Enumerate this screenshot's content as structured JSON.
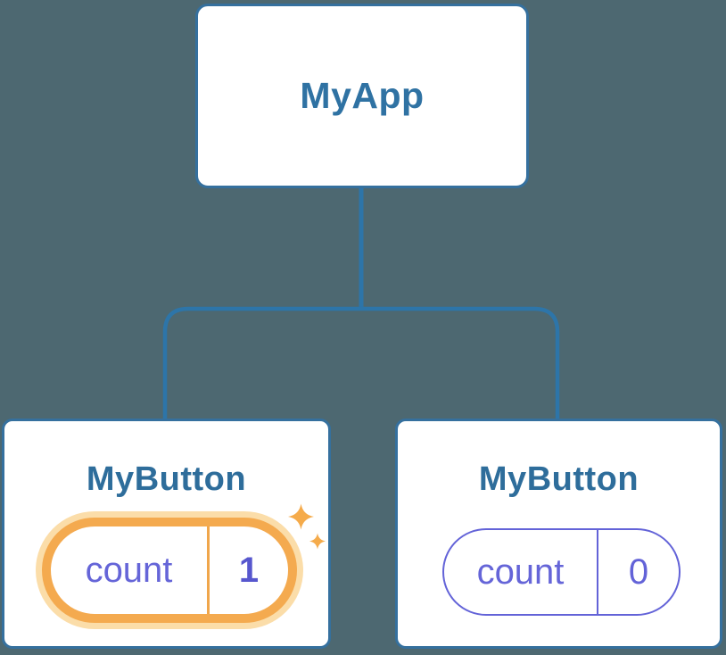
{
  "diagram": {
    "type": "component-tree",
    "root_node": {
      "label": "MyApp"
    },
    "children": [
      {
        "label": "MyButton",
        "state_key": "count",
        "state_value": "1",
        "highlighted": true,
        "icons": [
          "sparkle-icon-large",
          "sparkle-icon-small"
        ]
      },
      {
        "label": "MyButton",
        "state_key": "count",
        "state_value": "0",
        "highlighted": false
      }
    ],
    "colors": {
      "background": "#4D6871",
      "node_fill": "#FFFFFF",
      "node_border": "#35709E",
      "connector_line": "#2D75A9",
      "node_label_text": "#2E6D9B",
      "state_text": "#6565D8",
      "state_value_highlighted_text": "#5757CE",
      "highlight_ring": "#F4AA4F",
      "highlight_halo": "#FBDDA9",
      "highlight_divider": "#F0A64B",
      "sparkle": "#F5AB4B"
    }
  }
}
